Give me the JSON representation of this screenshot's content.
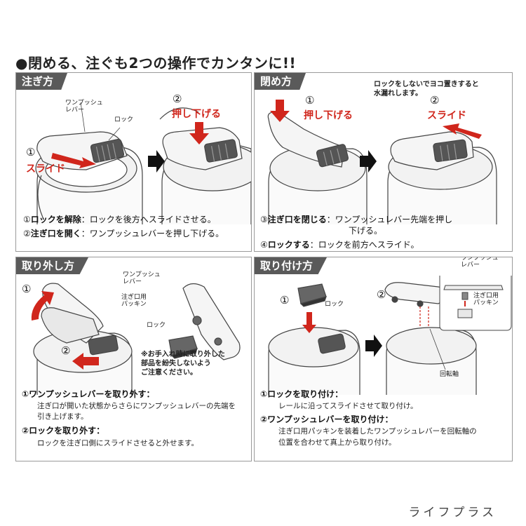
{
  "headline": "●閉める、注ぐも2つの操作でカンタンに!!",
  "panels": {
    "pour": {
      "title": "注ぎ方",
      "labels": {
        "lever": "ワンプッシュ\nレバー",
        "lock": "ロック",
        "step1_num": "①",
        "step1_action": "スライド",
        "step2_num": "②",
        "step2_action": "押し下げる"
      },
      "steps": [
        {
          "num": "①",
          "head": "ロックを解除",
          "body": "：ロックを後方へスライドさせる。"
        },
        {
          "num": "②",
          "head": "注ぎ口を開く",
          "body": "：ワンプッシュレバーを押し下げる。"
        }
      ]
    },
    "close": {
      "title": "閉め方",
      "labels": {
        "warning": "ロックをしないでヨコ置きすると\n水漏れします。",
        "step1_num": "①",
        "step1_action": "押し下げる",
        "step2_num": "②",
        "step2_action": "スライド"
      },
      "steps": [
        {
          "num": "③",
          "head": "注ぎ口を閉じる",
          "body": "：ワンプッシュレバー先端を押し",
          "cont": "下げる。"
        },
        {
          "num": "④",
          "head": "ロックする",
          "body": "：ロックを前方へスライド。"
        }
      ]
    },
    "remove": {
      "title": "取り外し方",
      "labels": {
        "lever": "ワンプッシュ\nレバー",
        "packing": "注ぎ口用\nパッキン",
        "lock": "ロック",
        "step1_num": "①",
        "step2_num": "②",
        "caution": "※お手入れ時に取り外した\n部品を紛失しないよう\nご注意ください。"
      },
      "steps": [
        {
          "head": "①ワンプッシュレバーを取り外す：",
          "lines": [
            "注ぎ口が開いた状態からさらにワンプッシュレバーの先端を",
            "引き上げます。"
          ]
        },
        {
          "head": "②ロックを取り外す：",
          "lines": [
            "ロックを注ぎ口側にスライドさせると外せます。"
          ]
        }
      ]
    },
    "attach": {
      "title": "取り付け方",
      "labels": {
        "lever": "ワンプッシュ\nレバー",
        "packing": "注ぎ口用\nパッキン",
        "lock": "ロック",
        "step1_num": "①",
        "step2_num": "②",
        "axis": "回転軸"
      },
      "steps": [
        {
          "head": "①ロックを取り付け：",
          "lines": [
            "レールに沿ってスライドさせて取り付け。"
          ]
        },
        {
          "head": "②ワンプッシュレバーを取り付け：",
          "lines": [
            "注ぎ口用パッキンを装着したワンプッシュレバーを回転軸の",
            "位置を合わせて真上から取り付け。"
          ]
        }
      ]
    }
  },
  "watermark": "ライフプラス",
  "colors": {
    "accent_red": "#d0261c",
    "tab_bg": "#5a5a5a",
    "border": "#9a9a9a"
  }
}
